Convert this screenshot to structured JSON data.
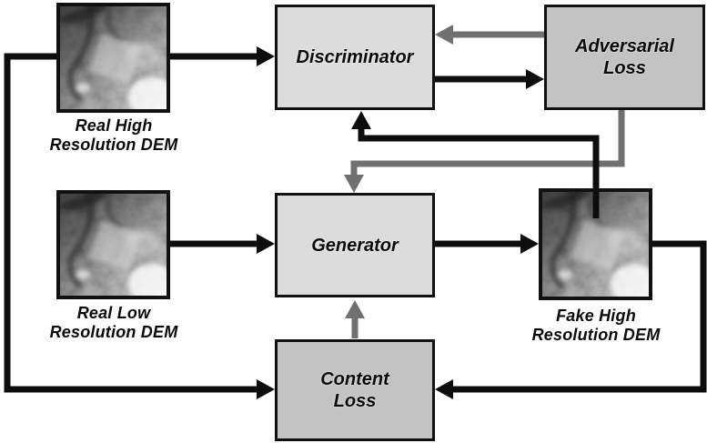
{
  "diagram": {
    "kind": "flow-diagram",
    "nodes": {
      "discriminator": {
        "label": "Discriminator"
      },
      "adversarial_loss": {
        "line1": "Adversarial",
        "line2": "Loss"
      },
      "generator": {
        "label": "Generator"
      },
      "content_loss": {
        "line1": "Content",
        "line2": "Loss"
      }
    },
    "images": {
      "real_high": {
        "caption_line1": "Real High",
        "caption_line2": "Resolution DEM"
      },
      "real_low": {
        "caption_line1": "Real Low",
        "caption_line2": "Resolution DEM"
      },
      "fake_high": {
        "caption_line1": "Fake High",
        "caption_line2": "Resolution DEM"
      }
    },
    "edges": [
      {
        "from": "real_high_dem",
        "to": "discriminator",
        "color": "black"
      },
      {
        "from": "real_high_dem",
        "to": "content_loss",
        "color": "black"
      },
      {
        "from": "real_low_dem",
        "to": "generator",
        "color": "black"
      },
      {
        "from": "generator",
        "to": "fake_high_dem",
        "color": "black"
      },
      {
        "from": "fake_high_dem",
        "to": "discriminator",
        "color": "black"
      },
      {
        "from": "fake_high_dem",
        "to": "content_loss",
        "color": "black"
      },
      {
        "from": "discriminator",
        "to": "adversarial_loss",
        "color": "black"
      },
      {
        "from": "adversarial_loss",
        "to": "discriminator",
        "color": "gray"
      },
      {
        "from": "adversarial_loss",
        "to": "generator",
        "color": "gray"
      },
      {
        "from": "content_loss",
        "to": "generator",
        "color": "gray"
      }
    ],
    "colors": {
      "box_light": "#dcdcdc",
      "box_dark": "#c3c3c3",
      "arrow_black": "#0d0d0d",
      "arrow_gray": "#707070",
      "border": "#111111",
      "background": "#ffffff"
    }
  }
}
